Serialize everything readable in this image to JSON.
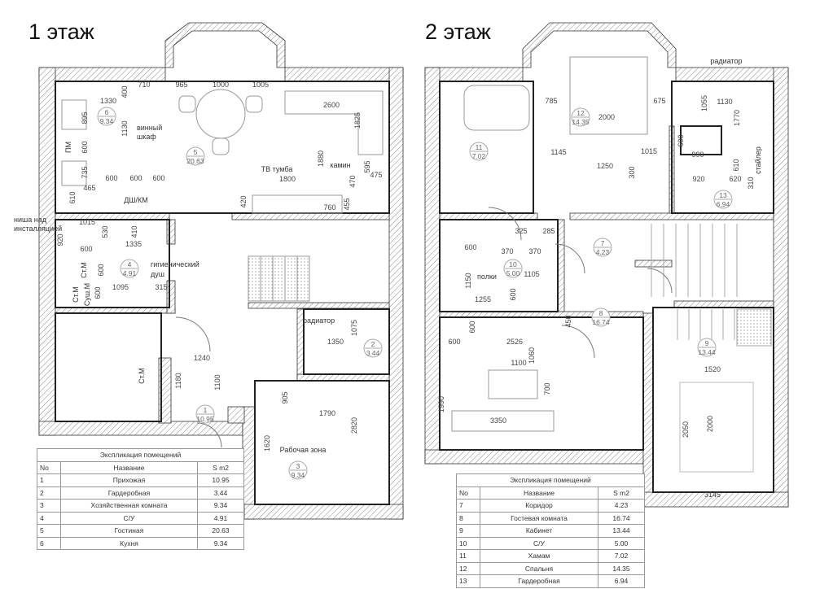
{
  "floor1": {
    "title": "1 этаж",
    "rooms": [
      {
        "no": "6",
        "area": "9.34"
      },
      {
        "no": "5",
        "area": "20.63"
      },
      {
        "no": "4",
        "area": "4.91"
      },
      {
        "no": "2",
        "area": "3.44"
      },
      {
        "no": "1",
        "area": "10.95"
      },
      {
        "no": "3",
        "area": "9.34"
      }
    ],
    "labels": [
      "винный",
      "шкаф",
      "ПМ",
      "ДШ/КМ",
      "ТВ тумба",
      "камин",
      "ниша над",
      "инсталляцией",
      "гигиенический",
      "душ",
      "Ст.М",
      "Ст.М",
      "Суш.М",
      "радиатор",
      "Ст.М",
      "Рабочая зона"
    ],
    "dimensions": [
      "710",
      "965",
      "1000",
      "1005",
      "400",
      "1330",
      "895",
      "1130",
      "600",
      "735",
      "600",
      "600",
      "600",
      "465",
      "610",
      "2600",
      "1825",
      "1880",
      "1800",
      "420",
      "595",
      "475",
      "470",
      "455",
      "760",
      "1015",
      "530",
      "410",
      "920",
      "1335",
      "600",
      "600",
      "600",
      "1095",
      "315",
      "1075",
      "1350",
      "1240",
      "1180",
      "1100",
      "905",
      "1790",
      "2820",
      "1620"
    ]
  },
  "floor2": {
    "title": "2 этаж",
    "rooms": [
      {
        "no": "12",
        "area": "14.35"
      },
      {
        "no": "11",
        "area": "7.02"
      },
      {
        "no": "13",
        "area": "6.94"
      },
      {
        "no": "10",
        "area": "5.00"
      },
      {
        "no": "7",
        "area": "4.23"
      },
      {
        "no": "8",
        "area": "16.74"
      },
      {
        "no": "9",
        "area": "13.44"
      }
    ],
    "labels": [
      "радиатор",
      "стайлер",
      "полки"
    ],
    "dimensions": [
      "785",
      "675",
      "2000",
      "1055",
      "1130",
      "1770",
      "1145",
      "1015",
      "600",
      "990",
      "1250",
      "300",
      "610",
      "920",
      "620",
      "310",
      "325",
      "285",
      "600",
      "370",
      "370",
      "1105",
      "1150",
      "600",
      "1255",
      "600",
      "450",
      "600",
      "2526",
      "1060",
      "1100",
      "700",
      "1990",
      "3350",
      "1520",
      "2050",
      "2000",
      "3145"
    ]
  },
  "tables": [
    {
      "title": "Экспликация помещений",
      "headers": [
        "No",
        "Название",
        "S m2"
      ],
      "rows": [
        [
          "1",
          "Прихожая",
          "10.95"
        ],
        [
          "2",
          "Гардеробная",
          "3.44"
        ],
        [
          "3",
          "Хозяйственная комната",
          "9.34"
        ],
        [
          "4",
          "С/У",
          "4.91"
        ],
        [
          "5",
          "Гостиная",
          "20.63"
        ],
        [
          "6",
          "Кухня",
          "9.34"
        ]
      ]
    },
    {
      "title": "Экспликация помещений",
      "headers": [
        "No",
        "Название",
        "S m2"
      ],
      "rows": [
        [
          "7",
          "Коридор",
          "4.23"
        ],
        [
          "8",
          "Гостевая комната",
          "16.74"
        ],
        [
          "9",
          "Кабинет",
          "13.44"
        ],
        [
          "10",
          "С/У",
          "5.00"
        ],
        [
          "11",
          "Хамам",
          "7.02"
        ],
        [
          "12",
          "Спальня",
          "14.35"
        ],
        [
          "13",
          "Гардеробная",
          "6.94"
        ]
      ]
    }
  ]
}
